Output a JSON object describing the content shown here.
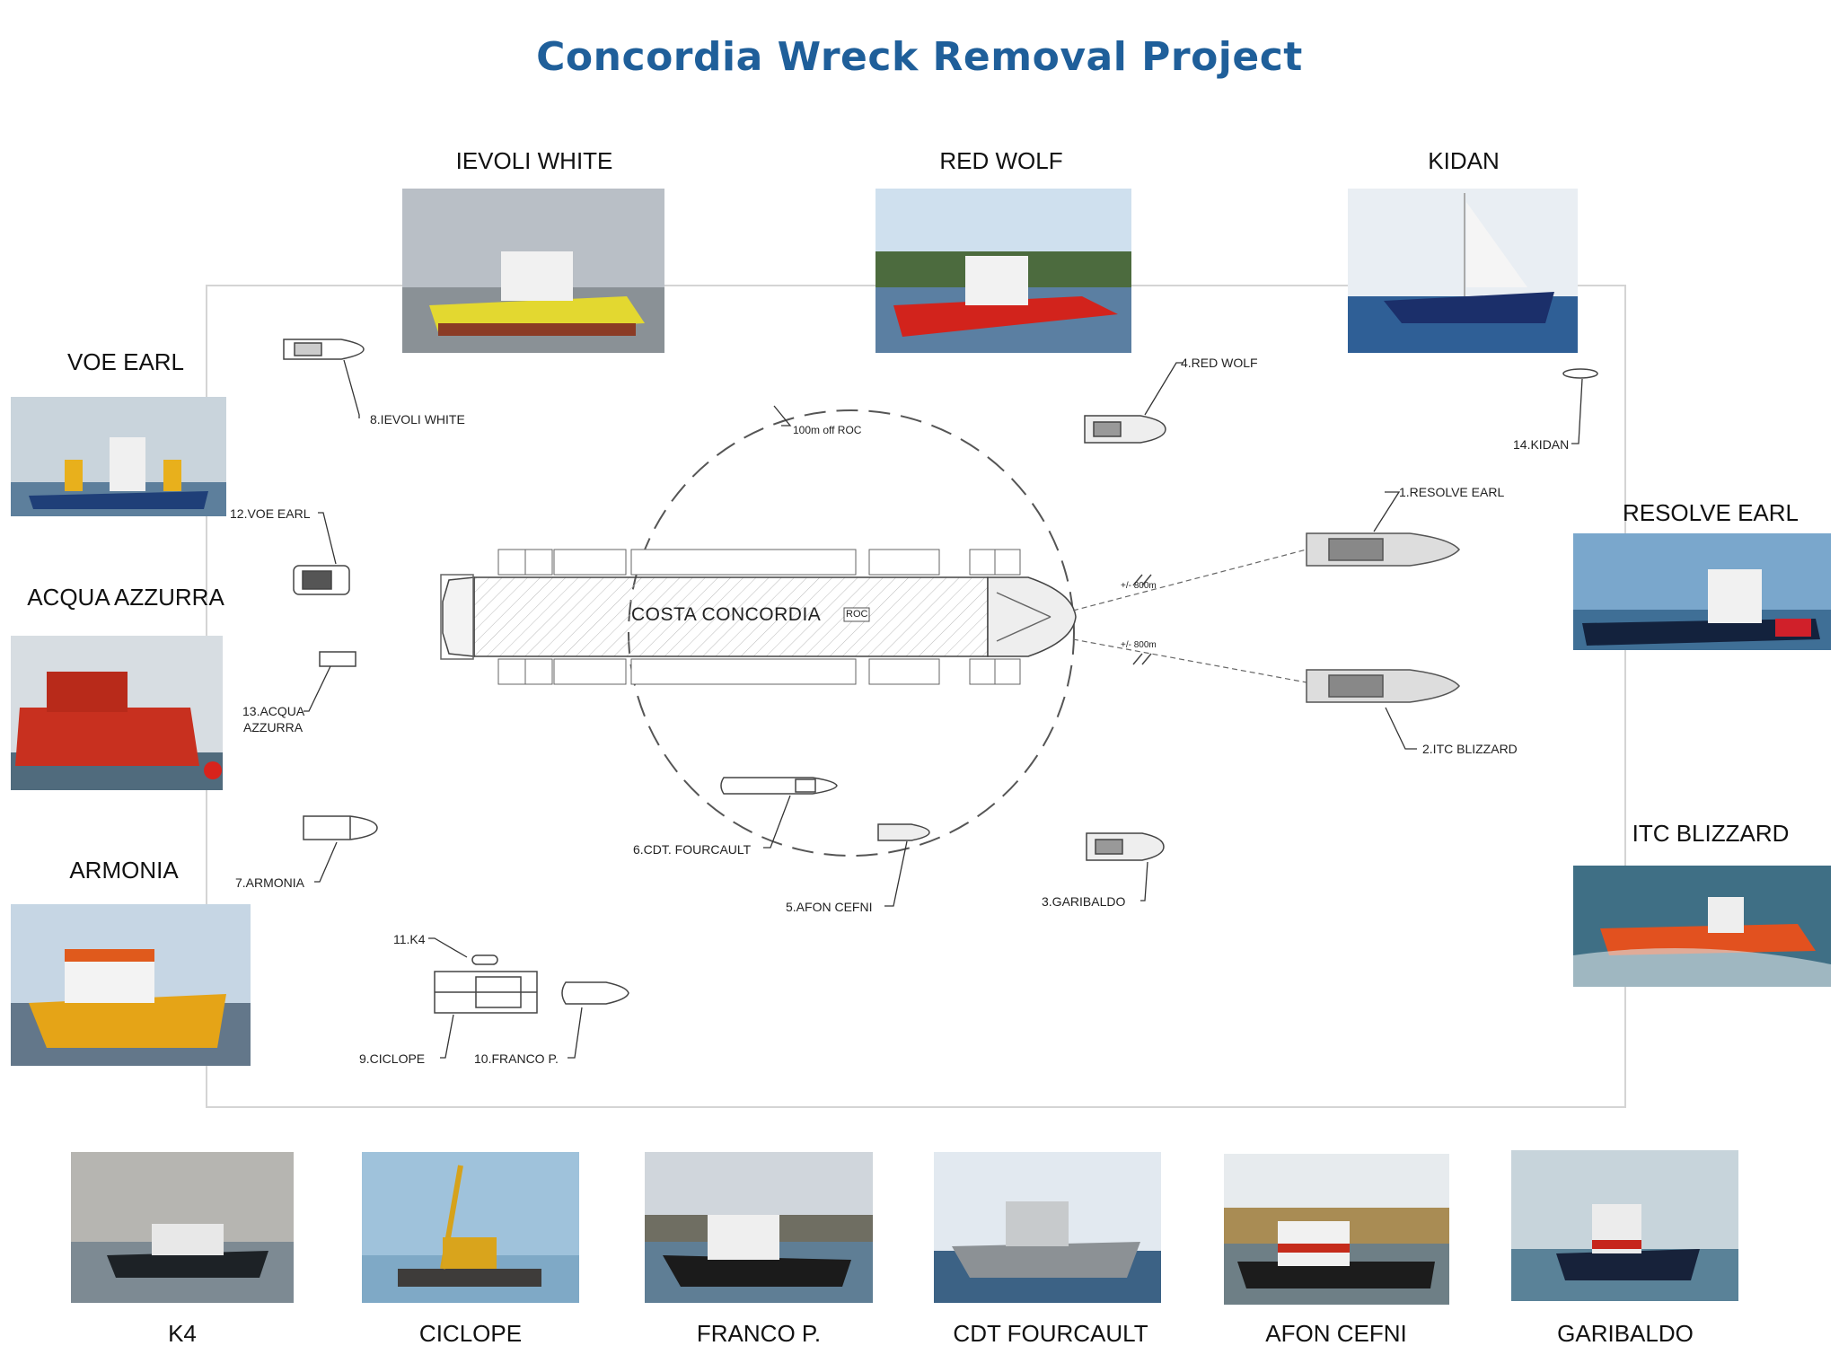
{
  "title": "Concordia Wreck Removal Project",
  "colors": {
    "title": "#1f5f9a",
    "line": "#555555",
    "frame": "#d4d4d4"
  },
  "top_vessels": [
    "IEVOLI WHITE",
    "RED WOLF",
    "KIDAN"
  ],
  "side_left": [
    "VOE EARL",
    "ACQUA AZZURRA",
    "ARMONIA"
  ],
  "side_right": [
    "RESOLVE EARL",
    "ITC BLIZZARD"
  ],
  "bottom_vessels": [
    "K4",
    "CICLOPE",
    "FRANCO P.",
    "CDT FOURCAULT",
    "AFON CEFNI",
    "GARIBALDO"
  ],
  "diagram": {
    "ship_name": "COSTA CONCORDIA",
    "roc_tag": "ROC",
    "roc_circle_label": "100m off ROC",
    "distance_marks": [
      "+/- 800m",
      "+/- 800m"
    ],
    "labels": {
      "resolve_earl": "1.RESOLVE EARL",
      "itc_blizzard": "2.ITC BLIZZARD",
      "garibaldo": "3.GARIBALDO",
      "red_wolf": "4.RED WOLF",
      "afon_cefni": "5.AFON CEFNI",
      "cdt_fourcault": "6.CDT. FOURCAULT",
      "armonia": "7.ARMONIA",
      "ievoli_white": "8.IEVOLI WHITE",
      "ciclope": "9.CICLOPE",
      "franco_p": "10.FRANCO P.",
      "k4": "11.K4",
      "voe_earl": "12.VOE EARL",
      "acqua_azzurra_1": "13.ACQUA",
      "acqua_azzurra_2": "AZZURRA",
      "kidan": "14.KIDAN"
    }
  }
}
